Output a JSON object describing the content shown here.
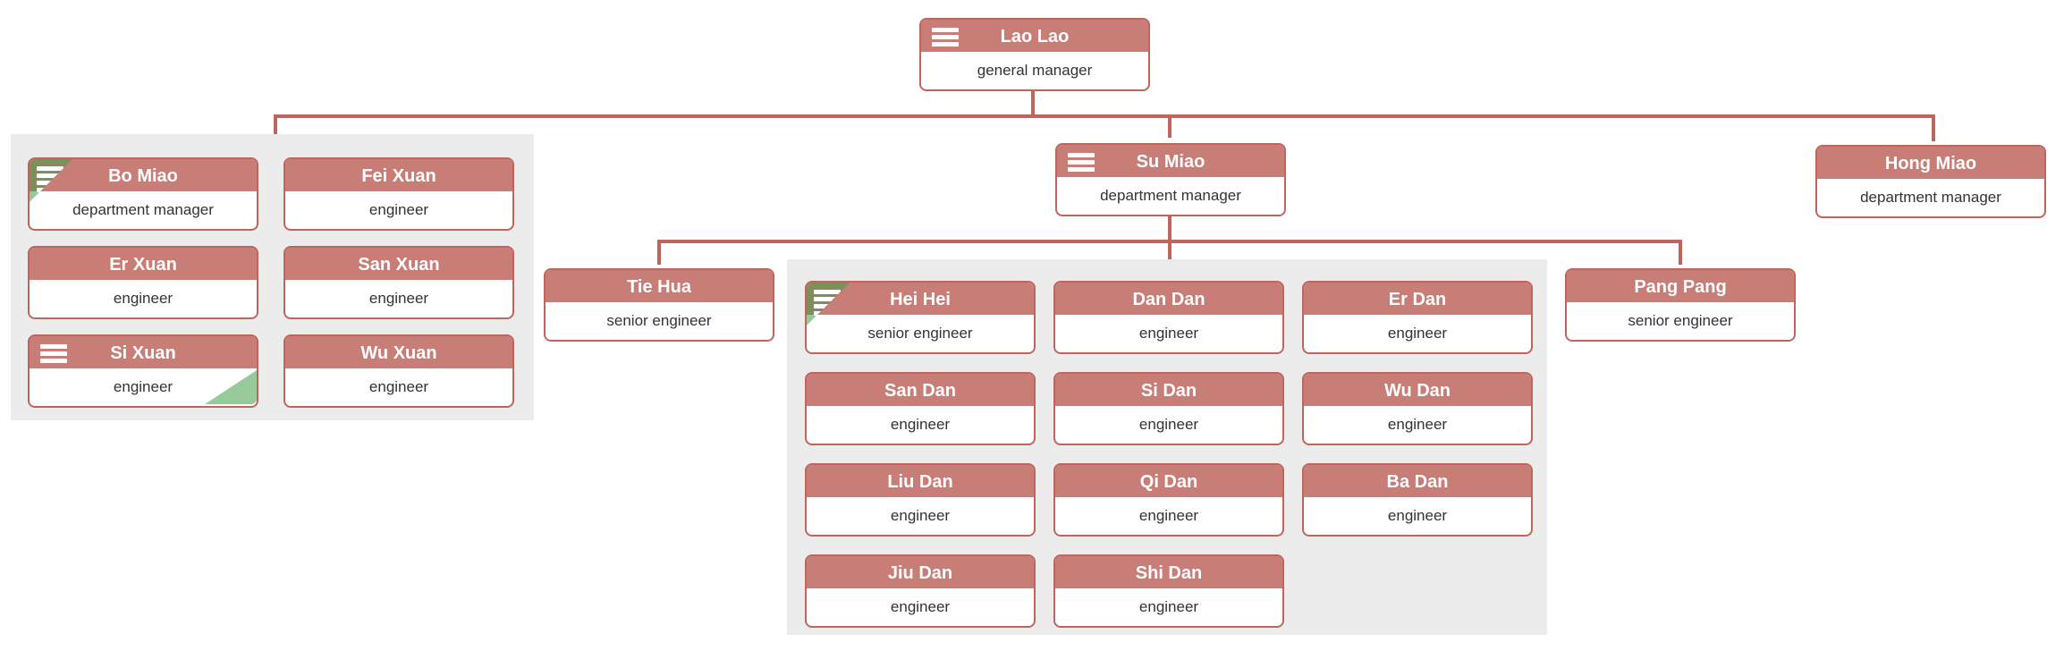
{
  "app": {
    "type": "organization-chart",
    "root_id": "laolao"
  },
  "colors": {
    "node_title_background": "#c87d76",
    "node_border_and_lines": "#c0645e",
    "group_background": "#ececec",
    "corner_indicator_green": "rgba(68,157,68,0.55)",
    "title_text": "#ffffff",
    "role_text": "#333333"
  },
  "icons": {
    "menu": "hamburger-menu-icon",
    "corner_top_left": "green-corner-drop-indicator-icon",
    "corner_bottom_right": "green-corner-drop-indicator-icon"
  },
  "nodes": {
    "laolao": {
      "name": "Lao Lao",
      "role": "general manager",
      "hamburger": true
    },
    "bomiao": {
      "name": "Bo Miao",
      "role": "department manager",
      "hamburger": true,
      "corner": "top-left"
    },
    "feixuan": {
      "name": "Fei Xuan",
      "role": "engineer"
    },
    "erxuan": {
      "name": "Er Xuan",
      "role": "engineer"
    },
    "sanxuan": {
      "name": "San Xuan",
      "role": "engineer"
    },
    "sixuan": {
      "name": "Si Xuan",
      "role": "engineer",
      "hamburger": true,
      "corner": "bottom-right",
      "selected": true
    },
    "wuxuan": {
      "name": "Wu Xuan",
      "role": "engineer"
    },
    "sumiao": {
      "name": "Su Miao",
      "role": "department manager",
      "hamburger": true
    },
    "hongmiao": {
      "name": "Hong Miao",
      "role": "department manager"
    },
    "tiehua": {
      "name": "Tie Hua",
      "role": "senior engineer"
    },
    "heihei": {
      "name": "Hei Hei",
      "role": "senior engineer",
      "hamburger": true,
      "corner": "top-left"
    },
    "dandan": {
      "name": "Dan Dan",
      "role": "engineer"
    },
    "erdan": {
      "name": "Er Dan",
      "role": "engineer"
    },
    "sandan": {
      "name": "San Dan",
      "role": "engineer"
    },
    "sidan": {
      "name": "Si Dan",
      "role": "engineer"
    },
    "wudan": {
      "name": "Wu Dan",
      "role": "engineer"
    },
    "liudan": {
      "name": "Liu Dan",
      "role": "engineer"
    },
    "qidan": {
      "name": "Qi Dan",
      "role": "engineer"
    },
    "badan": {
      "name": "Ba Dan",
      "role": "engineer"
    },
    "jiudan": {
      "name": "Jiu Dan",
      "role": "engineer"
    },
    "shidan": {
      "name": "Shi Dan",
      "role": "engineer"
    }
  },
  "hierarchy": {
    "laolao": [
      "bo-miao-team-group",
      "sumiao",
      "hongmiao"
    ],
    "bo_miao_team_group": [
      "bomiao",
      "feixuan",
      "erxuan",
      "sanxuan",
      "sixuan",
      "wuxuan"
    ],
    "sumiao": [
      "tiehua",
      "dan-team-group",
      "pangpang"
    ],
    "dan_team_group": [
      "heihei",
      "dandan",
      "erdan",
      "sandan",
      "sidan",
      "wudan",
      "liudan",
      "qidan",
      "badan",
      "jiudan",
      "shidan"
    ]
  },
  "pangpang_node": {
    "name": "Pang Pang",
    "role": "senior engineer"
  }
}
